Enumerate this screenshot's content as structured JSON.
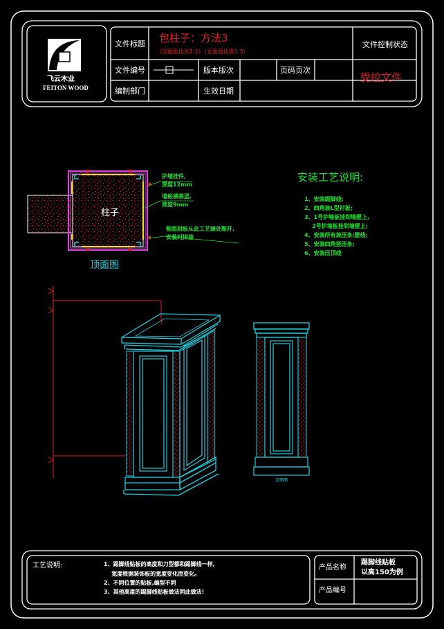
{
  "colors": {
    "background": "#000000",
    "frame": "#ffffff",
    "cyan": "#22cfe0",
    "red": "#e0202a",
    "green": "#22dd33",
    "magenta": "#e040e0",
    "yellow": "#f0e020"
  },
  "header": {
    "company_cn": "飞云木业",
    "company_en": "FEITON WOOD",
    "file_title_label": "文件标题",
    "file_title": "包柱子：方法3",
    "file_subtitle": "（顶面图比例1:2）（立面图比例1:5）",
    "file_number_label": "文件编号",
    "file_number": "—日—",
    "version_label": "版本版次",
    "page_label": "页码页次",
    "control_status_label": "文件控制状态",
    "controlled_doc": "受控文件",
    "dept_label": "编制部门",
    "effective_date_label": "生效日期"
  },
  "plan": {
    "column_label": "柱子",
    "view_title": "顶面图",
    "callouts": [
      {
        "line1": "护墙挂件,",
        "line2": "厚度12mm"
      },
      {
        "line1": "墙板横基层,",
        "line2": "厚度9mm"
      },
      {
        "line1": "侧面封板从此工艺缝处断开,",
        "line2": "安装时拼接"
      }
    ]
  },
  "install": {
    "title": "安装工艺说明:",
    "steps": [
      "1、安装踢脚线;",
      "2、四角装L型衬板;",
      "3、1号护墙板挂到墙壁上,",
      "    2号护墙板挂到墙壁上;",
      "4、安装所有装压条/腰线;",
      "5、安装四角竖压条;",
      "6、安装压顶线"
    ]
  },
  "elevation": {
    "view_label": "立面图"
  },
  "footer": {
    "craft_label": "工艺说明:",
    "notes": [
      "1、踢脚线贴板的高度和刀型都和踢脚线一样,",
      "    宽度根据装饰板的宽度变化而变化。",
      "2、不同位置的贴板,编型不同",
      "3、其他高度的踢脚线贴板做法同此做法!"
    ],
    "product_name_label": "产品名称",
    "product_name_line1": "踢脚线贴板",
    "product_name_line2": "以高150为例",
    "product_code_label": "产品编号"
  }
}
